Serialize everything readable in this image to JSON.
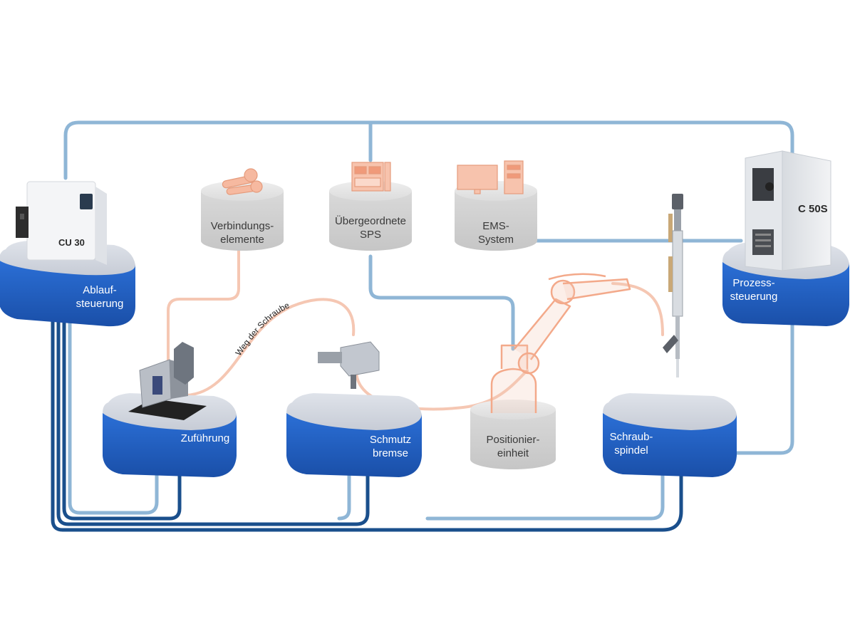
{
  "nodes": {
    "ablaufsteuerung": {
      "line1": "Ablauf-",
      "line2": "steuerung"
    },
    "zufuehrung": {
      "line1": "Zuführung"
    },
    "schmutzbremse": {
      "line1": "Schmutz",
      "line2": "bremse"
    },
    "schraubspindel": {
      "line1": "Schraub-",
      "line2": "spindel"
    },
    "prozesssteuerung": {
      "line1": "Prozess-",
      "line2": "steuerung"
    },
    "verbindungselemente": {
      "line1": "Verbindungs-",
      "line2": "elemente"
    },
    "sps": {
      "line1": "Übergeordnete",
      "line2": "SPS"
    },
    "ems": {
      "line1": "EMS-",
      "line2": "System"
    },
    "positioniereinheit": {
      "line1": "Positionier-",
      "line2": "einheit"
    }
  },
  "path_label": "Weg der Schraube",
  "devices": {
    "cu30_label": "CU 30",
    "c50s_label": "C 50S"
  },
  "colors": {
    "blue_platform": "#1e5fc4",
    "blue_platform_dark": "#174a9c",
    "grey_platform": "#d7d7d7",
    "cable_light": "#8fb6d6",
    "cable_dark": "#1a4f8c",
    "screw_path": "#f5c7b3",
    "orange_ghost": "#f3a98a"
  }
}
